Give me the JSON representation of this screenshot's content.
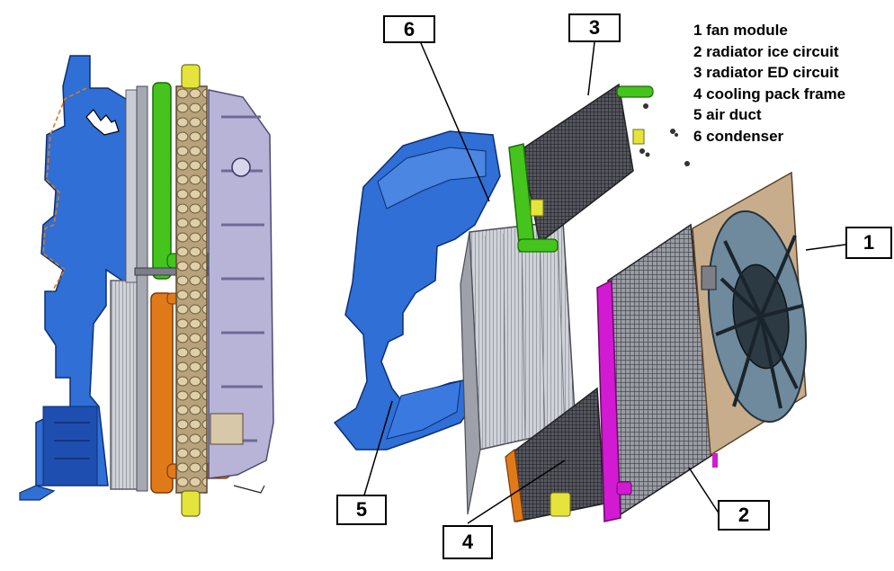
{
  "legend": [
    "1 fan module",
    "2 radiator ice circuit",
    "3 radiator ED circuit",
    "4 cooling pack frame",
    "5 air duct",
    "6 condenser"
  ],
  "callouts": {
    "c1": "1",
    "c2": "2",
    "c3": "3",
    "c4": "4",
    "c5": "5",
    "c6": "6"
  },
  "colors": {
    "air_duct_blue": "#2f6fd6",
    "ice_circuit_magenta": "#d21ad2",
    "ed_circuit_green": "#44c41c",
    "ice_hose_orange": "#e07a18",
    "frame_lavender": "#b8b4d8",
    "fan_shroud_tan": "#c8ad8c",
    "condenser_gray": "#b9bcc4"
  }
}
